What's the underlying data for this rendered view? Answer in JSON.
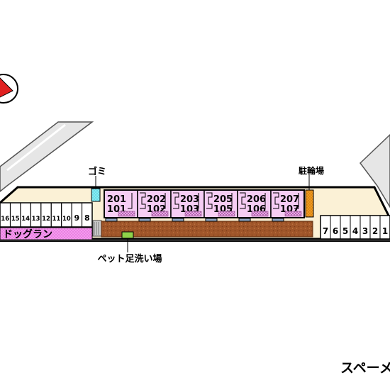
{
  "labels": {
    "garbage": "ゴミ",
    "bicycle_parking": "駐輪場",
    "dog_run": "ドッグラン",
    "pet_foot_wash": "ペット足洗い場",
    "corner_text": "スペーメ"
  },
  "units": [
    {
      "upper": "201",
      "lower": "101"
    },
    {
      "upper": "202",
      "lower": "102"
    },
    {
      "upper": "203",
      "lower": "103"
    },
    {
      "upper": "205",
      "lower": "105"
    },
    {
      "upper": "206",
      "lower": "106"
    },
    {
      "upper": "207",
      "lower": "107"
    }
  ],
  "parking_left": [
    "16",
    "15",
    "14",
    "13",
    "12",
    "11",
    "10",
    "9",
    "8"
  ],
  "parking_right": [
    "7",
    "6",
    "5",
    "4",
    "3",
    "2",
    "1"
  ],
  "colors": {
    "ground": "#fbf1d6",
    "unit": "#f6cdf4",
    "soil": "#a0562a",
    "dog_run": "#f59aee",
    "garbage": "#86ecf4",
    "bicycle": "#ee9a22",
    "pet_wash": "#8fd24a",
    "compass": "#e02020"
  },
  "compass": {
    "icon": "north-arrow-icon"
  }
}
